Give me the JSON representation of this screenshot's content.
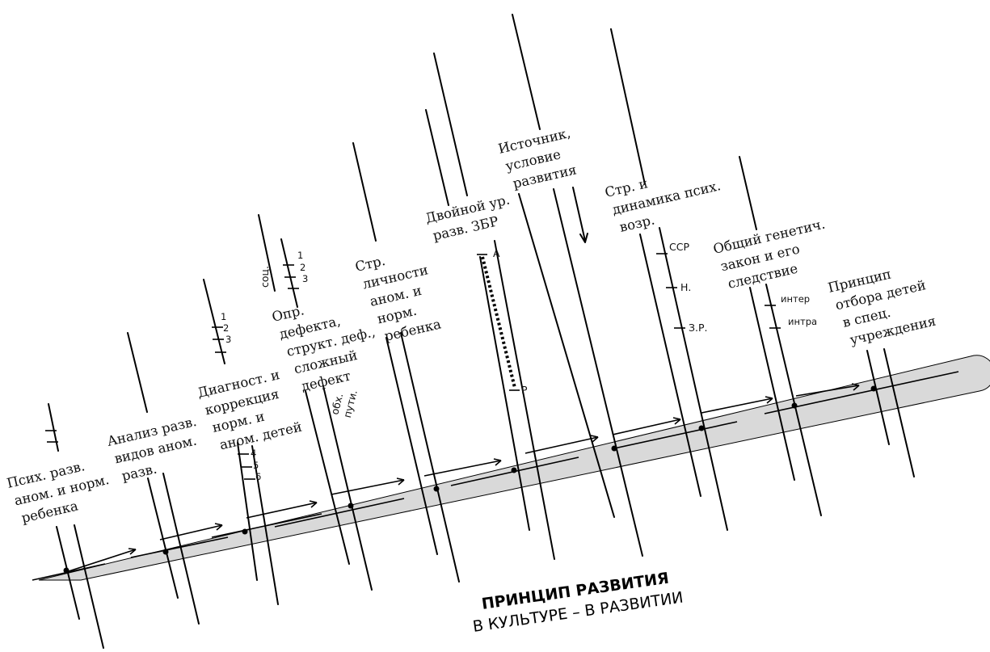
{
  "title": "ПРИНЦИП РАЗВИТИЯ",
  "subtitle": "В КУЛЬТУРЕ  –  В РАЗВИТИИ",
  "colors": {
    "band": "#d9d9d9",
    "ink": "#000000"
  },
  "nodes": [
    {
      "lines": [
        "Псих. разв.",
        "аном. и норм.",
        "ребенка"
      ]
    },
    {
      "lines": [
        "Анализ разв.",
        "видов аном.",
        "разв."
      ]
    },
    {
      "lines": [
        "Диагност. и",
        "коррекция",
        "норм. и",
        "аном. детей"
      ]
    },
    {
      "lines": [
        "Опр.",
        "дефекта,",
        "структ. деф.,",
        "сложный",
        "дефект"
      ]
    },
    {
      "lines": [
        "Стр.",
        "личности",
        "аном. и",
        "норм.",
        "ребенка"
      ]
    },
    {
      "lines": [
        "Двойной ур.",
        "разв. ЗБР"
      ]
    },
    {
      "lines": [
        "Источник,",
        "условие",
        "развития"
      ]
    },
    {
      "lines": [
        "Стр. и",
        "динамика псих.",
        "возр."
      ]
    },
    {
      "lines": [
        "Общий генетич.",
        "закон и его",
        "следствие"
      ]
    },
    {
      "lines": [
        "Принцип",
        "отбора детей",
        "в спец.",
        "учреждения"
      ]
    }
  ],
  "marks": {
    "soc": "соц.",
    "obh": [
      "обх.",
      "пути."
    ],
    "num_top_a": [
      "1",
      "2",
      "3"
    ],
    "num_top_b": [
      "1",
      "2",
      "3"
    ],
    "num_bottom": [
      "4",
      "5",
      "6"
    ],
    "zbr": [
      "A",
      "P"
    ],
    "age": [
      "ССР",
      "Н.",
      "З.Р."
    ],
    "genetic": [
      "интер",
      "интра"
    ]
  }
}
